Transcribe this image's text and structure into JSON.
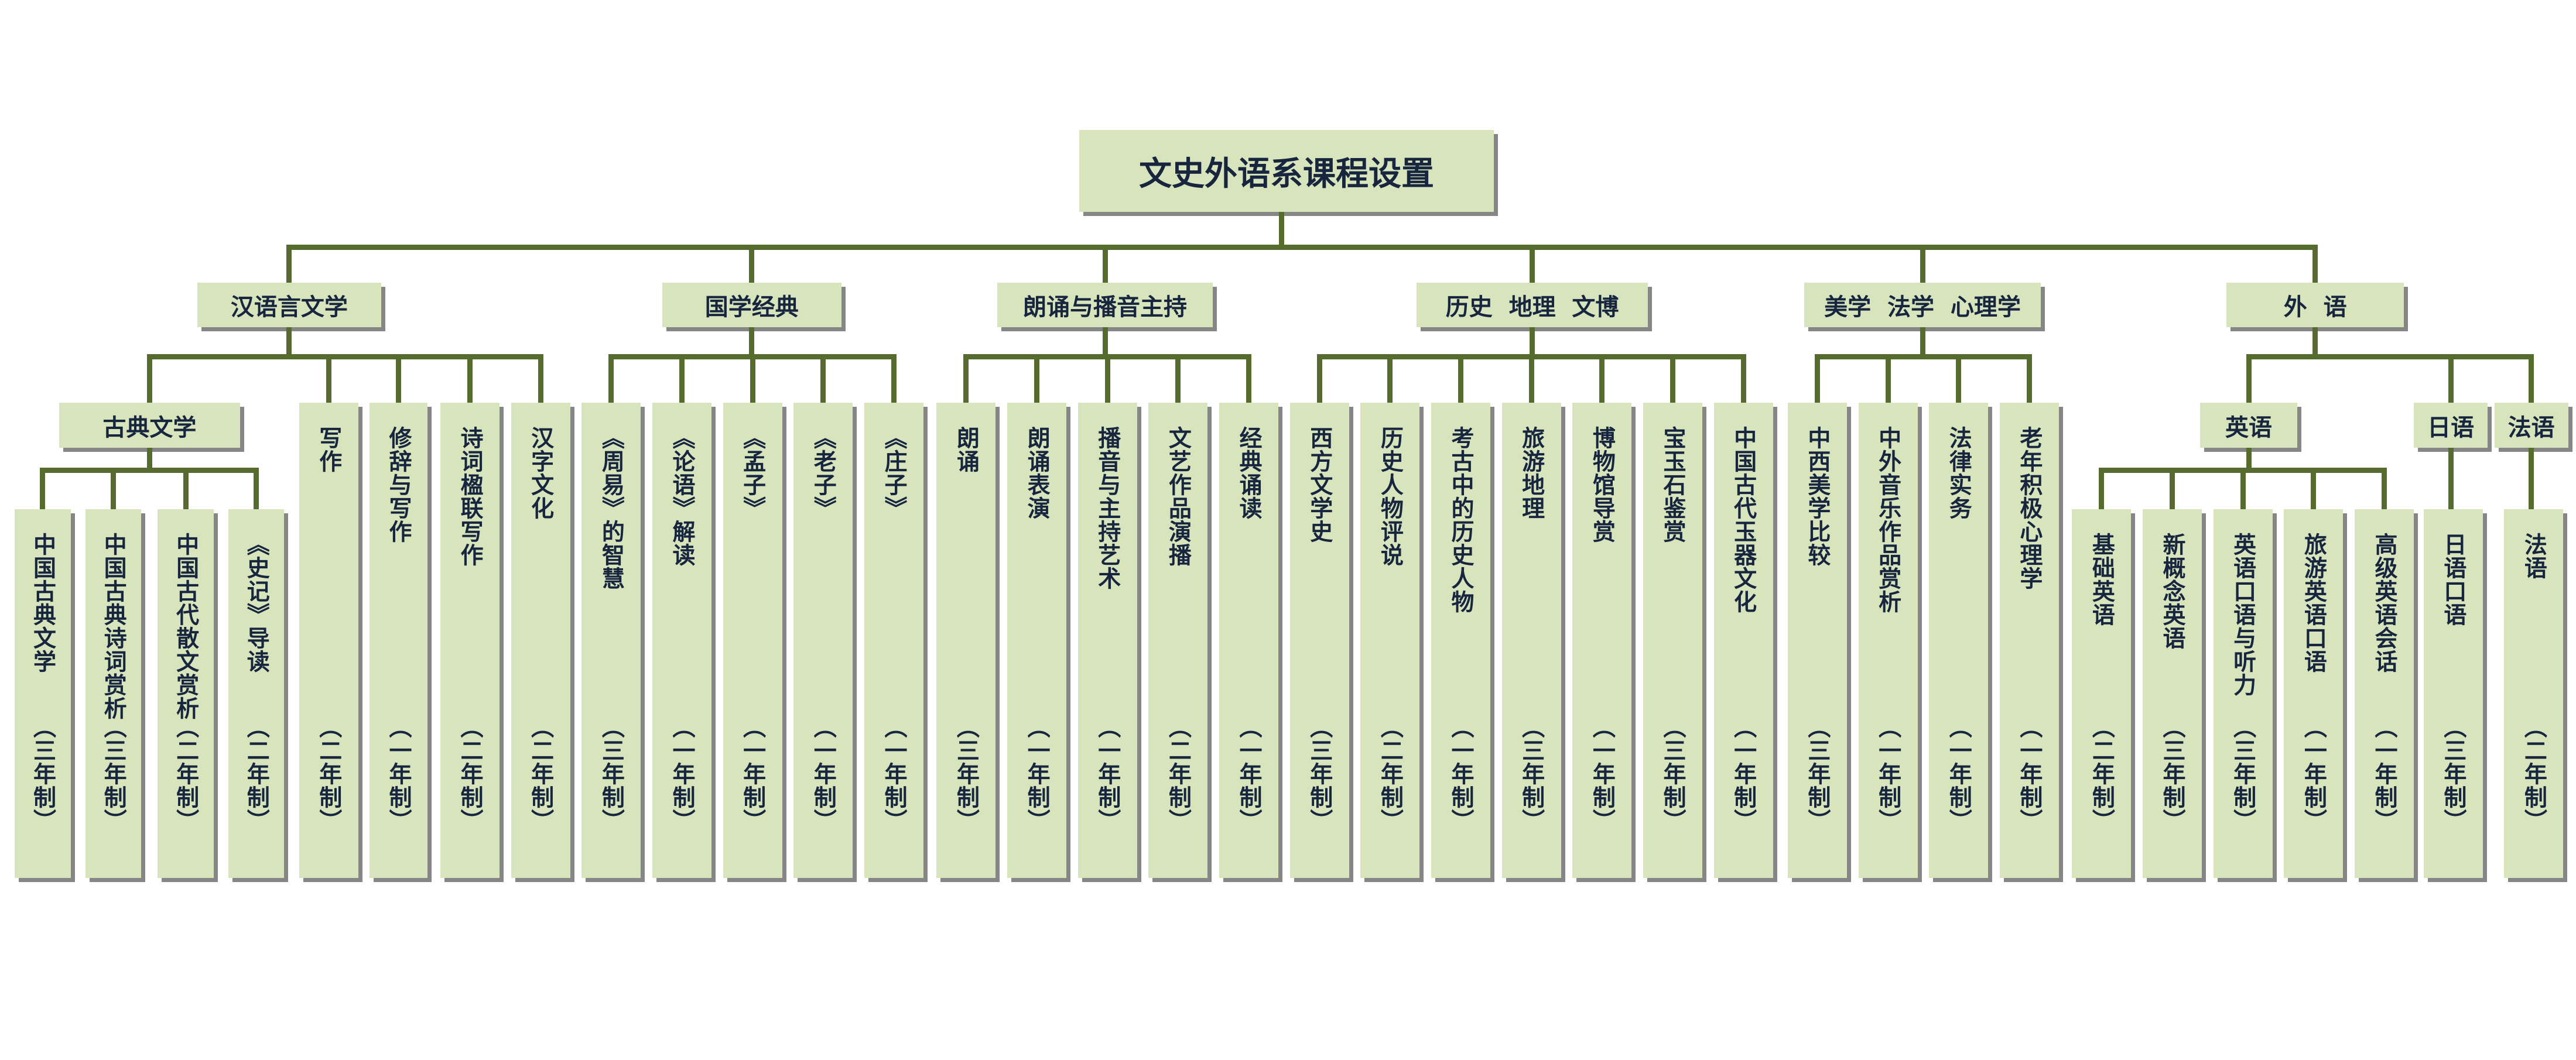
{
  "title": "文史外语系课程设置",
  "colors": {
    "line": "#566B2E",
    "box": "#D8E4BC",
    "shadow": "#868686",
    "text": "#17253F"
  },
  "groups": [
    {
      "label": "汉语言文学",
      "children": [
        {
          "label": "古典文学",
          "children": [
            {
              "label": "中国古典文学",
              "years": "（三年制）"
            },
            {
              "label": "中国古典诗词赏析",
              "years": "（三年制）"
            },
            {
              "label": "中国古代散文赏析",
              "years": "（二年制）"
            },
            {
              "label": "《史记》导读",
              "years": "（二年制）"
            }
          ]
        },
        {
          "label": "写作",
          "years": "（二年制）"
        },
        {
          "label": "修辞与写作",
          "years": "（一年制）"
        },
        {
          "label": "诗词楹联写作",
          "years": "（二年制）"
        },
        {
          "label": "汉字文化",
          "years": "（二年制）"
        }
      ]
    },
    {
      "label": "国学经典",
      "children": [
        {
          "label": "《周易》的智慧",
          "years": "（三年制）"
        },
        {
          "label": "《论语》解读",
          "years": "（一年制）"
        },
        {
          "label": "《孟子》",
          "years": "（一年制）"
        },
        {
          "label": "《老子》",
          "years": "（一年制）"
        },
        {
          "label": "《庄子》",
          "years": "（一年制）"
        }
      ]
    },
    {
      "label": "朗诵与播音主持",
      "children": [
        {
          "label": "朗诵",
          "years": "（三年制）"
        },
        {
          "label": "朗诵表演",
          "years": "（一年制）"
        },
        {
          "label": "播音与主持艺术",
          "years": "（一年制）"
        },
        {
          "label": "文艺作品演播",
          "years": "（二年制）"
        },
        {
          "label": "经典诵读",
          "years": "（一年制）"
        }
      ]
    },
    {
      "label": "历史  地理  文博",
      "children": [
        {
          "label": "西方文学史",
          "years": "（三年制）"
        },
        {
          "label": "历史人物评说",
          "years": "（二年制）"
        },
        {
          "label": "考古中的历史人物",
          "years": "（一年制）"
        },
        {
          "label": "旅游地理",
          "years": "（三年制）"
        },
        {
          "label": "博物馆导赏",
          "years": "（一年制）"
        },
        {
          "label": "宝玉石鉴赏",
          "years": "（三年制）"
        },
        {
          "label": "中国古代玉器文化",
          "years": "（一年制）"
        }
      ]
    },
    {
      "label": "美学  法学  心理学",
      "children": [
        {
          "label": "中西美学比较",
          "years": "（三年制）"
        },
        {
          "label": "中外音乐作品赏析",
          "years": "（一年制）"
        },
        {
          "label": "法律实务",
          "years": "（一年制）"
        },
        {
          "label": "老年积极心理学",
          "years": "（一年制）"
        }
      ]
    },
    {
      "label": "外  语",
      "children": [
        {
          "label": "英语",
          "children": [
            {
              "label": "基础英语",
              "years": "（二年制）"
            },
            {
              "label": "新概念英语",
              "years": "（三年制）"
            },
            {
              "label": "英语口语与听力",
              "years": "（三年制）"
            },
            {
              "label": "旅游英语口语",
              "years": "（一年制）"
            },
            {
              "label": "高级英语会话",
              "years": "（一年制）"
            }
          ]
        },
        {
          "label": "日语",
          "children": [
            {
              "label": "日语口语",
              "years": "（三年制）"
            }
          ]
        },
        {
          "label": "法语",
          "children": [
            {
              "label": "法语",
              "years": "（二年制）"
            }
          ]
        }
      ]
    }
  ]
}
